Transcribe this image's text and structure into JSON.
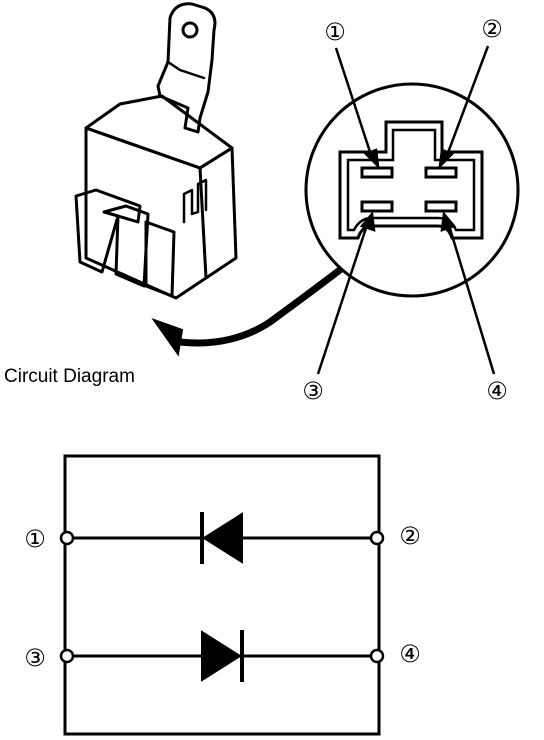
{
  "caption": "Circuit Diagram",
  "connector_callouts": [
    {
      "id": "1",
      "label": "①"
    },
    {
      "id": "2",
      "label": "②"
    },
    {
      "id": "3",
      "label": "③"
    },
    {
      "id": "4",
      "label": "④"
    }
  ],
  "circuit_terminals": [
    {
      "id": "1",
      "label": "①"
    },
    {
      "id": "2",
      "label": "②"
    },
    {
      "id": "3",
      "label": "③"
    },
    {
      "id": "4",
      "label": "④"
    }
  ],
  "ink_color": "#000000",
  "paper_color": "#ffffff"
}
